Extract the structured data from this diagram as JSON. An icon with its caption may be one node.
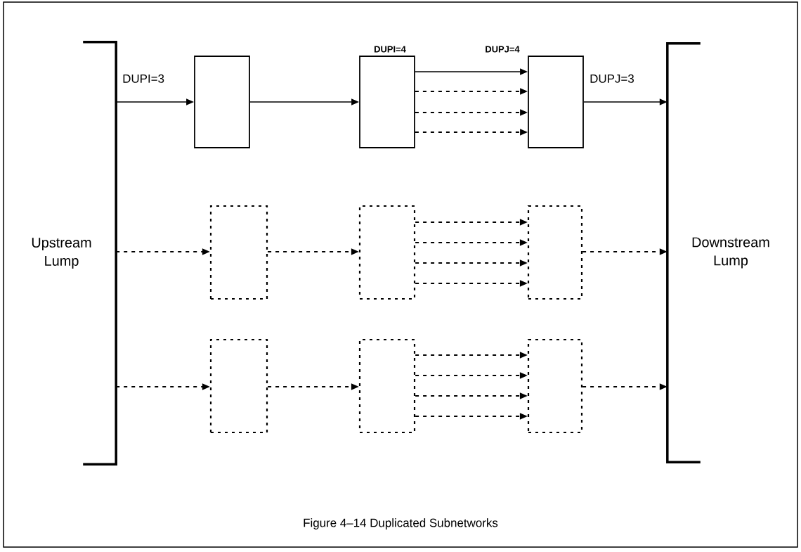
{
  "diagram": {
    "caption": "Figure 4–14 Duplicated Subnetworks",
    "nodes": [
      {
        "text": [
          "Upstream Lump"
        ]
      },
      {
        "text": [],
        "shape": "box"
      },
      {
        "text": [],
        "shape": "box"
      },
      {
        "text": [],
        "shape": "box"
      },
      {
        "text": [],
        "shape": "box"
      },
      {
        "text": [],
        "shape": "box"
      },
      {
        "text": [],
        "shape": "box"
      },
      {
        "text": [],
        "shape": "box"
      },
      {
        "text": [],
        "shape": "box"
      },
      {
        "text": [],
        "shape": "box"
      },
      {
        "text": [
          "Downstream Lump"
        ]
      }
    ],
    "edges": [
      {
        "from": 0,
        "to": 1,
        "arrow": "to",
        "label": "DUPI=3"
      },
      {
        "from": 1,
        "to": 2,
        "arrow": "to"
      },
      {
        "from": 2,
        "to": 3,
        "arrow": "to"
      },
      {
        "from": 2,
        "to": 3,
        "arrow": "to",
        "style": "dashed"
      },
      {
        "from": 2,
        "to": 3,
        "arrow": "to",
        "style": "dashed"
      },
      {
        "from": 2,
        "to": 3,
        "arrow": "to",
        "style": "dashed"
      },
      {
        "from": 3,
        "to": 10,
        "arrow": "to",
        "label": "DUPJ=3"
      },
      {
        "from": 0,
        "to": 4,
        "arrow": "to",
        "style": "dashed"
      },
      {
        "from": 4,
        "to": 5,
        "arrow": "to",
        "style": "dashed"
      },
      {
        "from": 5,
        "to": 6,
        "arrow": "to",
        "style": "dashed"
      },
      {
        "from": 5,
        "to": 6,
        "arrow": "to",
        "style": "dashed"
      },
      {
        "from": 5,
        "to": 6,
        "arrow": "to",
        "style": "dashed"
      },
      {
        "from": 5,
        "to": 6,
        "arrow": "to",
        "style": "dashed"
      },
      {
        "from": 6,
        "to": 10,
        "arrow": "to",
        "style": "dashed"
      },
      {
        "from": 0,
        "to": 7,
        "arrow": "to",
        "style": "dashed"
      },
      {
        "from": 7,
        "to": 8,
        "arrow": "to",
        "style": "dashed"
      },
      {
        "from": 8,
        "to": 9,
        "arrow": "to",
        "style": "dashed"
      },
      {
        "from": 8,
        "to": 9,
        "arrow": "to",
        "style": "dashed"
      },
      {
        "from": 8,
        "to": 9,
        "arrow": "to",
        "style": "dashed"
      },
      {
        "from": 8,
        "to": 9,
        "arrow": "to",
        "style": "dashed"
      },
      {
        "from": 9,
        "to": 10,
        "arrow": "to",
        "style": "dashed"
      }
    ],
    "labels": [
      "DUPI=4",
      "DUPJ=4"
    ]
  }
}
